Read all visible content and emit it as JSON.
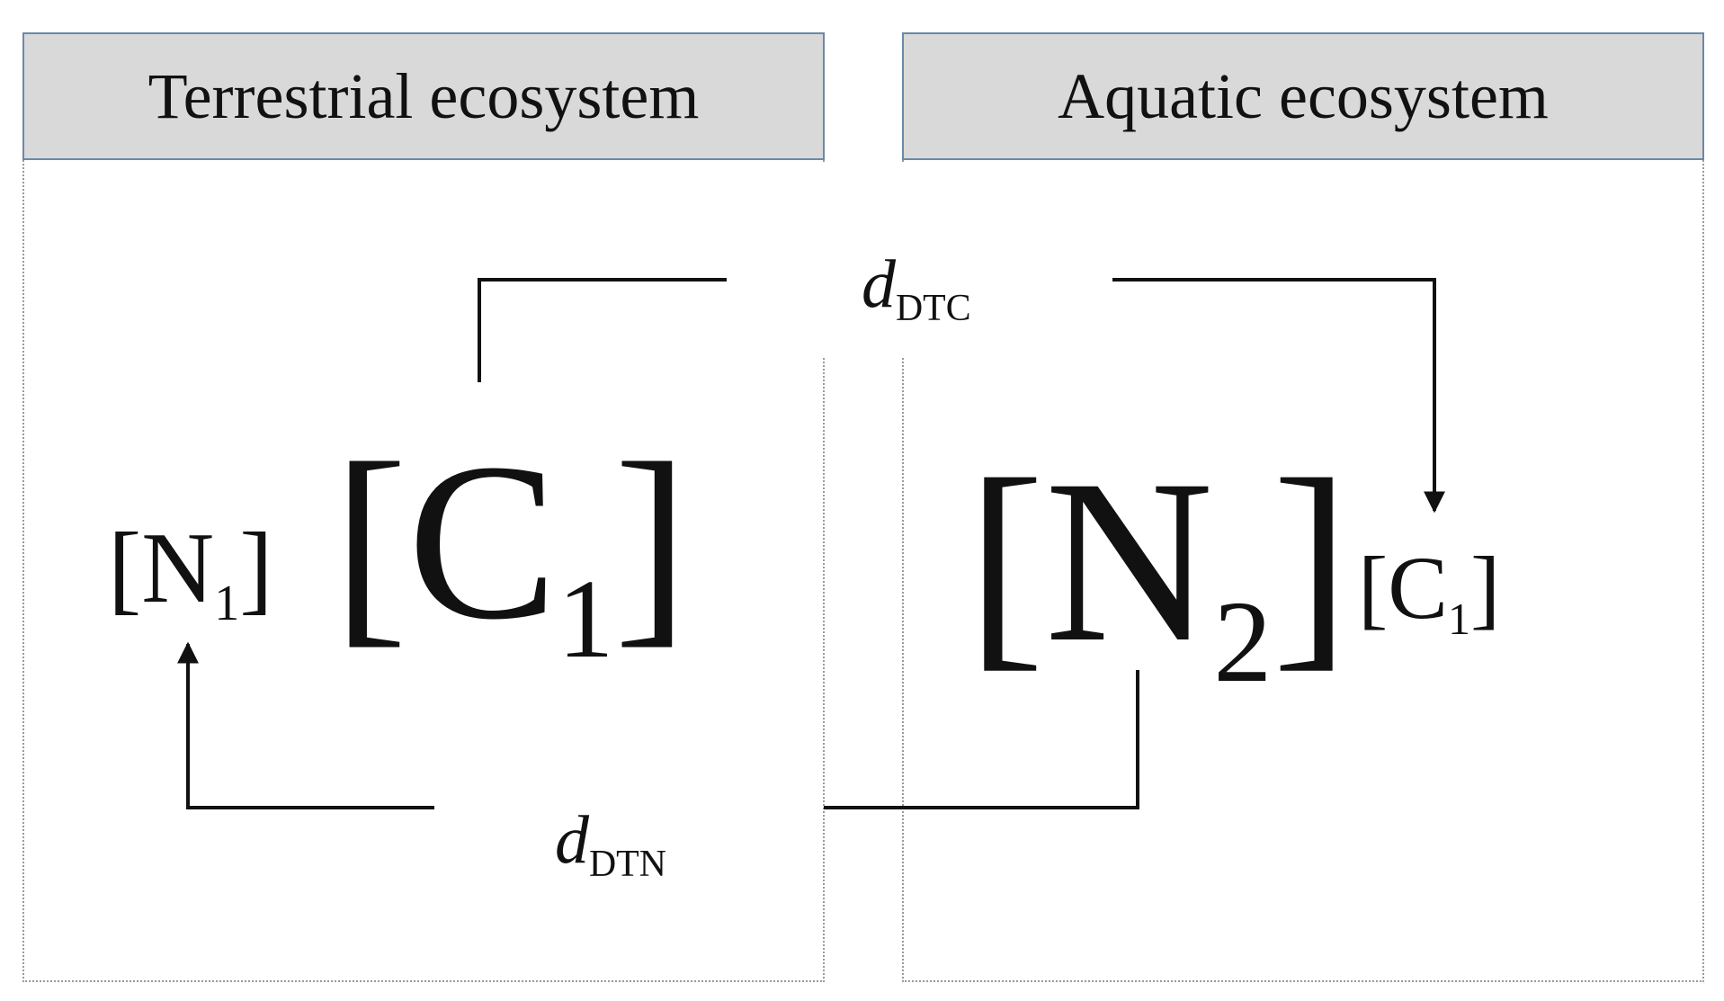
{
  "panels": {
    "left": {
      "title": "Terrestrial ecosystem"
    },
    "right": {
      "title": "Aquatic ecosystem"
    }
  },
  "terrestrial_terms": {
    "n1": {
      "main": "[N",
      "sub": "1",
      "close": "]"
    },
    "c1": {
      "main": "[C",
      "sub": "1",
      "close": "]"
    }
  },
  "aquatic_terms": {
    "n2": {
      "main": "[N",
      "sub": "2",
      "close": "]"
    },
    "c1": {
      "main": "[C",
      "sub": "1",
      "close": "]"
    }
  },
  "flows": {
    "dtc": {
      "symbol": "d",
      "sub": "DTC"
    },
    "dtn": {
      "symbol": "d",
      "sub": "DTN"
    }
  }
}
